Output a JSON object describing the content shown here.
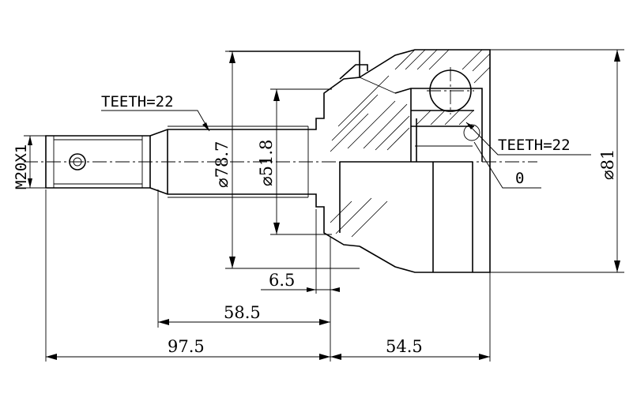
{
  "labels": {
    "teeth_shaft": "TEETH=22",
    "teeth_joint": "TEETH=22",
    "thread": "M20X1",
    "callout_zero": "0"
  },
  "dimensions": {
    "dia_78_7": "⌀78.7",
    "dia_51_8": "⌀51.8",
    "dia_81": "⌀81",
    "len_6_5": "6.5",
    "len_58_5": "58.5",
    "len_97_5": "97.5",
    "len_54_5": "54.5"
  }
}
